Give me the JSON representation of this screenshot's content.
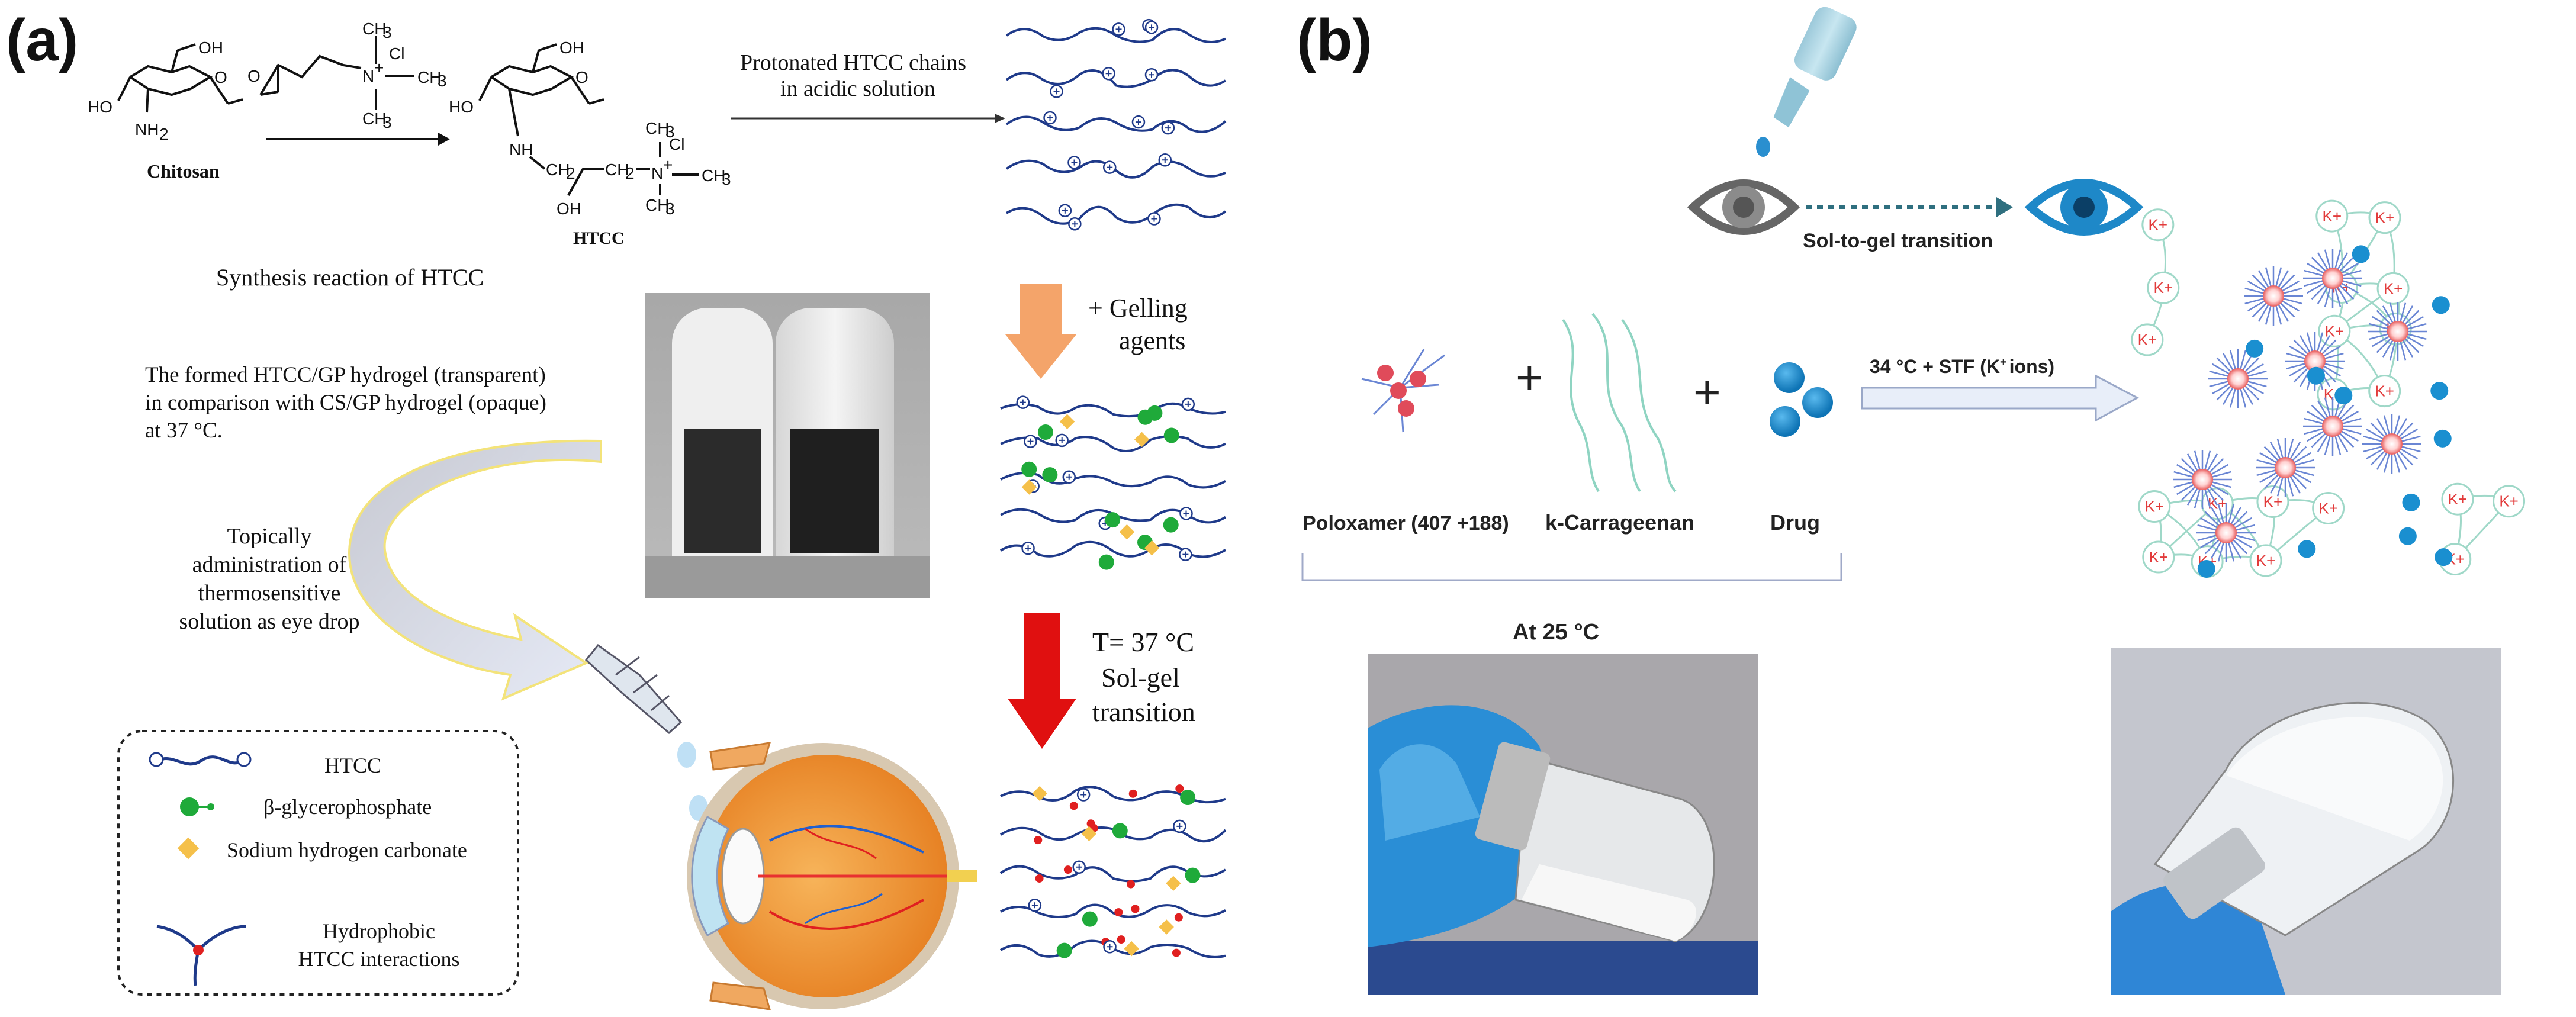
{
  "panel_a": {
    "label": "(a)",
    "chem": {
      "oh": "OH",
      "o": "O",
      "ho": "HO",
      "nh2": "NH",
      "nh2_sub": "2",
      "cl": "Cl",
      "nplus": "N",
      "ch3": "CH",
      "ch3_sub": "3",
      "nh": "NH",
      "ch2": "CH",
      "ch2_sub": "2",
      "chitosan": "Chitosan",
      "htcc": "HTCC"
    },
    "synthesis_caption": "Synthesis reaction of HTCC",
    "protonated_line1": "Protonated HTCC chains",
    "protonated_line2": "in acidic solution",
    "gelling_line1": "+ Gelling",
    "gelling_line2": "agents",
    "temp_line1": "T= 37 °C",
    "temp_line2": "Sol-gel",
    "temp_line3": "transition",
    "hydrogel_line1": "The formed HTCC/GP hydrogel (transparent)",
    "hydrogel_line2": "in comparison with CS/GP hydrogel (opaque)",
    "hydrogel_line3": "at 37 °C.",
    "topical_line1": "Topically",
    "topical_line2": "administration of",
    "topical_line3": "thermosensitive",
    "topical_line4": "solution as eye drop",
    "legend": {
      "htcc": "HTCC",
      "gp": "β-glycerophosphate",
      "shc": "Sodium hydrogen carbonate",
      "hyd1": "Hydrophobic",
      "hyd2": "HTCC interactions"
    },
    "colors": {
      "chain": "#1f3a8a",
      "gp": "#1faa3a",
      "shc": "#f5c04a",
      "cross": "#e02020",
      "arrow_orange": "#f4a46a",
      "arrow_red": "#e01010"
    }
  },
  "panel_b": {
    "label": "(b)",
    "sol_to_gel": "Sol-to-gel transition",
    "poloxamer": "Poloxamer (407 +188)",
    "carrageenan": "k-Carrageenan",
    "drug": "Drug",
    "plus": "+",
    "condition": "34 °C + STF (K",
    "condition_sup": "+",
    "condition_end": "ions)",
    "at25": "At 25 °C",
    "kplus": "K+",
    "colors": {
      "eye_blue": "#1e88c8",
      "micelle_red": "#e85a5a",
      "micelle_blue": "#6a86d4",
      "drug_blue": "#1a8fd0",
      "network": "#9fd8c8"
    }
  }
}
